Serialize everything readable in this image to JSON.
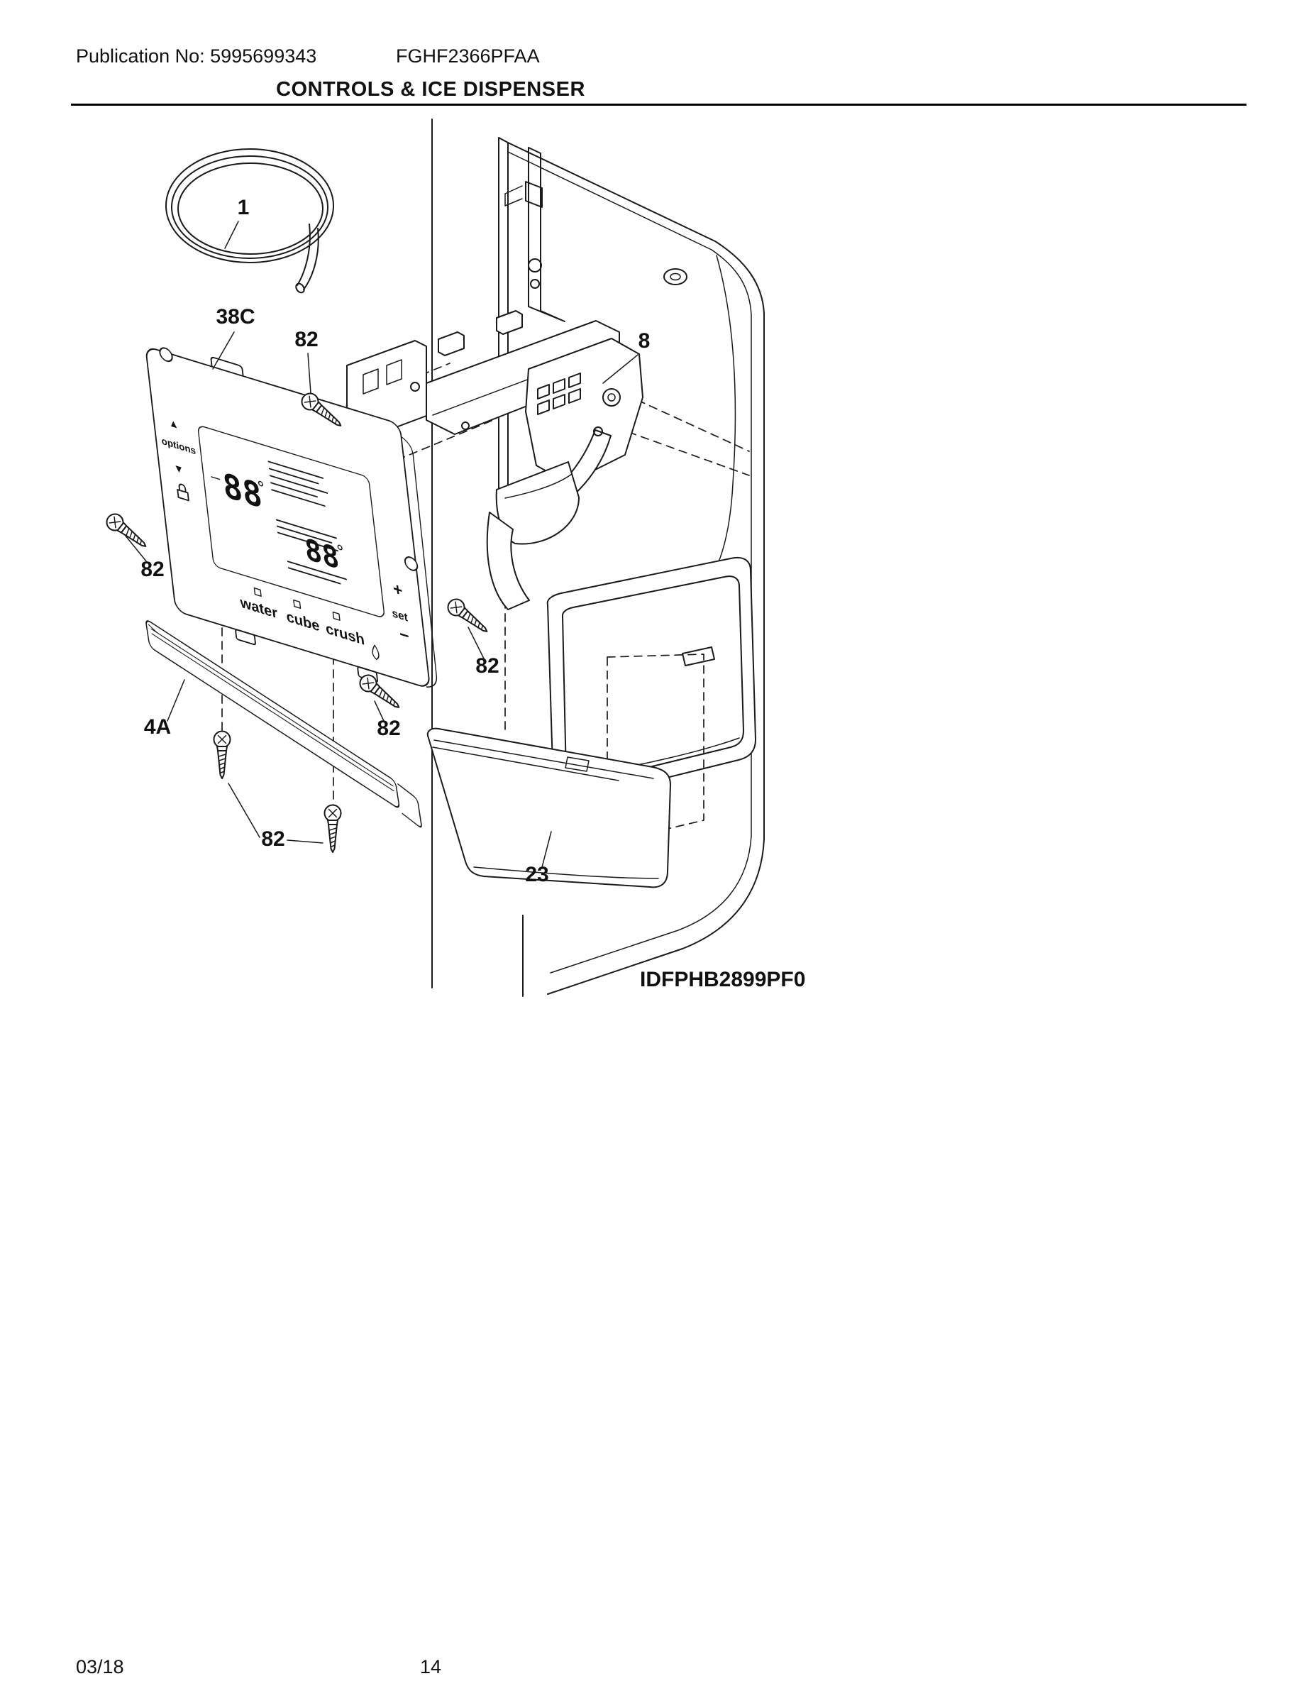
{
  "header": {
    "publication": "Publication No: 5995699343",
    "model": "FGHF2366PFAA",
    "title": "CONTROLS & ICE DISPENSER"
  },
  "footer": {
    "date": "03/18",
    "page": "14"
  },
  "diagram": {
    "id_label": "IDFPHB2899PF0",
    "callouts": {
      "tube": "1",
      "control_panel": "38C",
      "screw": "82",
      "dispenser": "8",
      "trim": "4A",
      "tray": "23"
    },
    "control_panel_display": {
      "up_arrow": "▲",
      "options": "options",
      "down_arrow": "▼",
      "freezer_temp": "88",
      "fridge_temp": "88",
      "water": "water",
      "cube": "cube",
      "crush": "crush",
      "plus": "+",
      "set": "set",
      "minus": "−"
    }
  }
}
